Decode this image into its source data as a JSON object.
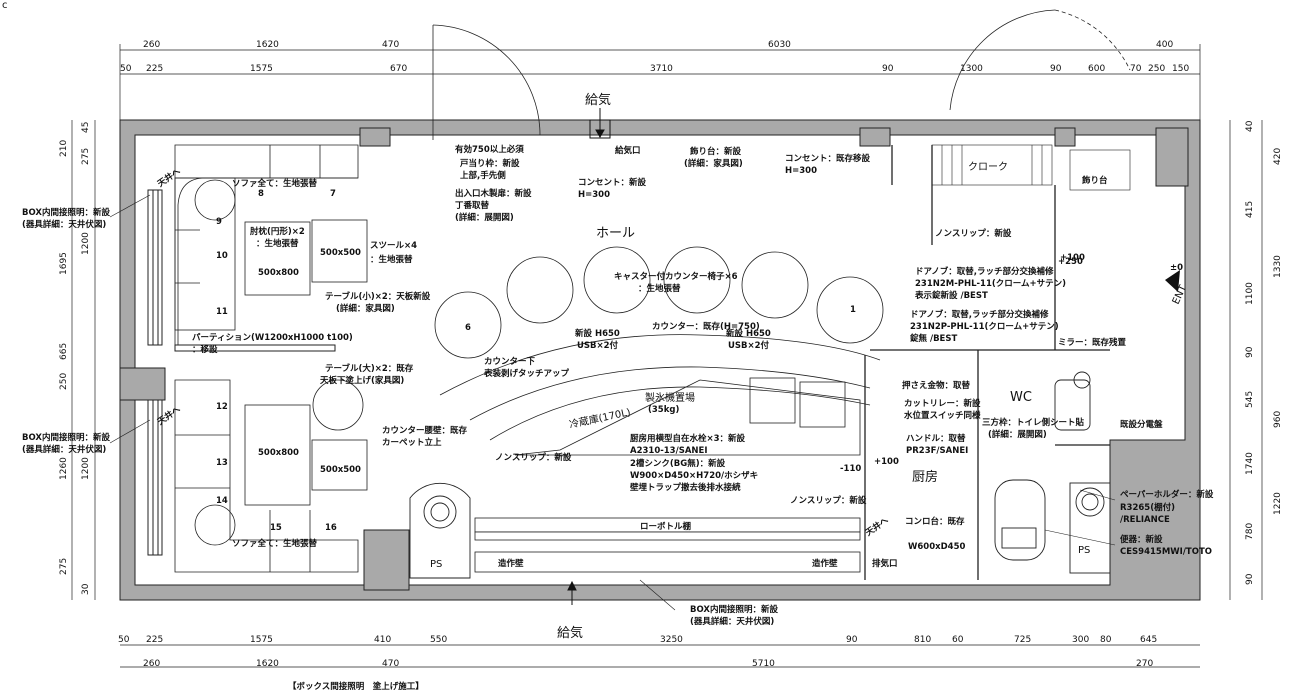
{
  "corner_label": "c",
  "dims": {
    "top_row1": [
      "260",
      "1620",
      "470",
      "6030",
      "400"
    ],
    "top_row2": [
      "50",
      "225",
      "1575",
      "670",
      "3710",
      "90",
      "1300",
      "90",
      "600",
      "70",
      "250",
      "150"
    ],
    "bottom_row1": [
      "50",
      "225",
      "1575",
      "410",
      "550",
      "3250",
      "90",
      "810",
      "60",
      "725",
      "300",
      "80",
      "645"
    ],
    "bottom_row2": [
      "260",
      "1620",
      "470",
      "5710",
      "270"
    ],
    "left": [
      "45",
      "210",
      "275",
      "1695",
      "1200",
      "665",
      "250",
      "1260",
      "1200",
      "275",
      "30"
    ],
    "right": [
      "40",
      "420",
      "415",
      "1330",
      "1100",
      "90",
      "545",
      "960",
      "1740",
      "1220",
      "780",
      "90"
    ]
  },
  "labels": {
    "supply_air_top": "給気",
    "supply_air_bottom": "給気",
    "supply_port": "給気口",
    "hall": "ホール",
    "kitchen": "厨房",
    "wc": "WC",
    "cloak": "クローク",
    "ent": "ENT",
    "ps1": "PS",
    "ps2": "PS",
    "ceiling_top": "天井へ",
    "ceiling_bottom": "天井へ",
    "ceiling_kitchen": "天井へ",
    "low_bottle_shelf": "ローボトル棚",
    "fixed_wall1": "造作壁",
    "fixed_wall2": "造作壁",
    "exhaust": "排気口",
    "refrigerator": "冷蔵庫(170L)",
    "ice_machine": "製氷機置場",
    "ice_machine_sub": "(35kg)",
    "existing_panel": "既設分電盤",
    "display_stand": "飾り台",
    "counter_existing": "カウンター：既存(H=750)",
    "table_small_size": "500x800",
    "table_stool_size": "500x500",
    "table_large_size": "500x800",
    "table_large_size2": "500x500"
  },
  "seat_numbers": [
    "8",
    "7",
    "9",
    "10",
    "11",
    "12",
    "13",
    "14",
    "15",
    "16",
    "6",
    "1"
  ],
  "heights": {
    "h250": "+250",
    "h100": "+100",
    "h110": "-110",
    "h100b": "+100",
    "h0": "±0"
  },
  "annotations": {
    "box_lighting_1": "BOX内間接照明：新設",
    "box_lighting_1b": "(器具詳細：天井伏図)",
    "box_lighting_2": "BOX内間接照明：新設",
    "box_lighting_2b": "(器具詳細：天井伏図)",
    "box_lighting_3": "BOX内間接照明：新設",
    "box_lighting_3b": "(器具詳細：天井伏図)",
    "sofa_top": "ソファ全て：生地張替",
    "sofa_bottom": "ソファ全て：生地張替",
    "cushion": "肘枕(円形)×2",
    "cushion_b": "：生地張替",
    "stool": "スツール×4",
    "stool_b": "：生地張替",
    "table_small": "テーブル(小)×2：天板新設",
    "table_small_b": "(詳細：家具図)",
    "partition": "パーティション(W1200xH1000 t100)",
    "partition_b": "：移設",
    "table_large": "テーブル(大)×2：既存",
    "table_large_b": "天板下塗上げ(家具図)",
    "counter_wall": "カウンター腰壁：既存",
    "counter_wall_b": "カーペット立上",
    "counter_under": "カウンター下",
    "counter_under_b": "表装剥げタッチアップ",
    "nonslip1": "ノンスリップ：新設",
    "nonslip2": "ノンスリップ：新設",
    "nonslip3": "ノンスリップ：新設",
    "opening_width": "有効750以上必須",
    "door_frame": "戸当り枠：新設",
    "door_frame_b": "上部,手先側",
    "entrance_door": "出入口木製扉：新設",
    "entrance_door_b": "丁番取替",
    "entrance_door_c": "(詳細：展開図)",
    "outlet1": "コンセント：新設",
    "outlet1_b": "H=300",
    "outlet2": "コンセント：既存移設",
    "outlet2_b": "H=300",
    "display_new": "飾り台：新設",
    "display_new_b": "(詳細：家具図)",
    "caster_chair": "キャスター付カウンター椅子×6",
    "caster_chair_b": "：生地張替",
    "new_usb1": "新設 H650",
    "new_usb1_b": "USB×2付",
    "new_usb2": "新設 H650",
    "new_usb2_b": "USB×2付",
    "faucet": "厨房用横型自在水栓×3：新設",
    "faucet_b": "A2310-13/SANEI",
    "sink": "2槽シンク(BG無)：新設",
    "sink_b": "W900×D450×H720/ホシザキ",
    "sink_c": "壁埋トラップ撤去後排水接続",
    "door_knob1": "ドアノブ：取替,ラッチ部分交換補修",
    "door_knob1_b": "231N2M-PHL-11(クローム+サテン)",
    "door_knob1_c": "表示錠新設         /BEST",
    "door_knob2": "ドアノブ：取替,ラッチ部分交換補修",
    "door_knob2_b": "231N2P-PHL-11(クローム+サテン)",
    "door_knob2_c": "錠無                 /BEST",
    "mirror": "ミラー：既存残置",
    "push_fitting": "押さえ金物：取替",
    "cutlery": "カットリレー：新設",
    "cutlery_b": "水位置スイッチ同様",
    "handle": "ハンドル：取替",
    "handle_b": "PR23F/SANEI",
    "three_way": "三方枠：トイレ側シート貼",
    "three_way_b": "(詳細：展開図)",
    "stove": "コンロ台：既存",
    "stove_b": "W600xD450",
    "paper_holder": "ペーパーホルダー：新設",
    "paper_holder_b": "R3265(棚付)",
    "paper_holder_c": "/RELIANCE",
    "toilet": "便器：新設",
    "toilet_b": "CES9415MWI/TOTO",
    "bottom_note": "【ボックス間接照明　塗上げ施工】"
  }
}
